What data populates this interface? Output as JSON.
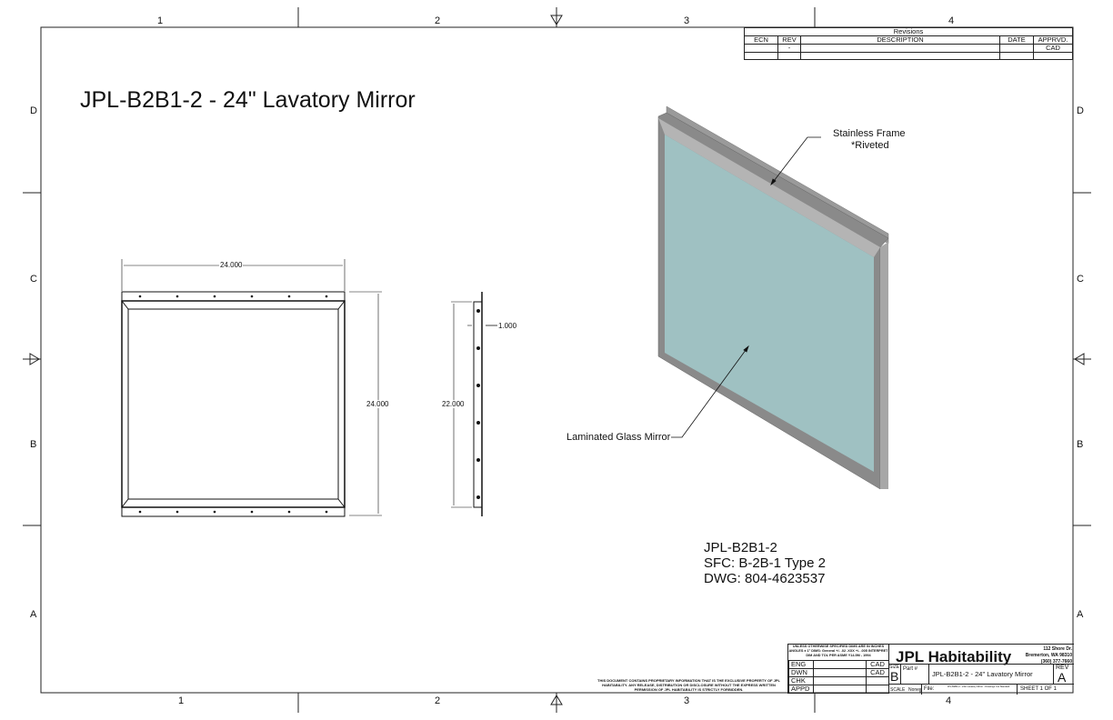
{
  "drawing": {
    "title": "JPL-B2B1-2 - 24\" Lavatory Mirror",
    "zones_columns": [
      "1",
      "2",
      "3",
      "4"
    ],
    "zones_rows": [
      "D",
      "C",
      "B",
      "A"
    ],
    "front_view": {
      "width_dim": "24.000",
      "height_dim": "24.000"
    },
    "side_view": {
      "height_dim": "22.000",
      "depth_dim": "1.000"
    },
    "callouts": {
      "frame_line1": "Stainless Frame",
      "frame_line2": "*Riveted",
      "glass": "Laminated Glass Mirror"
    },
    "ident": {
      "part": "JPL-B2B1-2",
      "sfc": "SFC:  B-2B-1 Type 2",
      "dwg": "DWG:  804-4623537"
    },
    "colors": {
      "glass": "#9fc1c2",
      "frame": "#8a8a8a",
      "frame_light": "#b4b4b4"
    }
  },
  "revisions": {
    "title": "Revisions",
    "headers": [
      "ECN",
      "REV",
      "DESCRIPTION",
      "DATE",
      "APPRVD."
    ],
    "rows": [
      [
        "",
        "-",
        "",
        "",
        "CAD"
      ],
      [
        "",
        "",
        "",
        "",
        ""
      ]
    ]
  },
  "title_block": {
    "tolerance_note": "UNLESS OTHERWISE SPECIFIED DIMS ARE IN INCHES ANGLES ± 1°  DIMS: General +/- .02  .XXX +/- .005 INTERPRET DIM AND TOL PER ASME Y14.5M - 1994",
    "roles": [
      {
        "role": "ENG",
        "by": "CAD"
      },
      {
        "role": "DWN",
        "by": "CAD"
      },
      {
        "role": "CHK",
        "by": ""
      },
      {
        "role": "APPD",
        "by": ""
      }
    ],
    "company": "JPL Habitability",
    "address1": "112  Shore Dr.",
    "address2": "Bremerton, WA 98310",
    "phone": "(360) 377-7660",
    "size_label": "SIZE",
    "size": "B",
    "part_label": "Part #",
    "part_name": "JPL-B2B1-2 - 24\" Lavatory Mirror",
    "rev_label": "REV",
    "rev": "A",
    "scale_label": "SCALE",
    "scale": "None",
    "file_label": "File:",
    "file": "JPL-B2B1-2 - 24in Lavatory Mirror - Drawings Cut Standard",
    "sheet": "SHEET 1 OF 1",
    "proprietary": "THIS DOCUMENT CONTAINS PROPRIETARY INFORMATION THAT IS THE EXCLUSIVE PROPERTY OF JPL HABITABILITY.  ANY RELEASE, DISTRIBUTION OR DISCLOSURE WITHOUT THE EXPRESS WRITTEN PERMISSION OF JPL HABITABILITY IS STRICTLY FORBIDDEN."
  }
}
